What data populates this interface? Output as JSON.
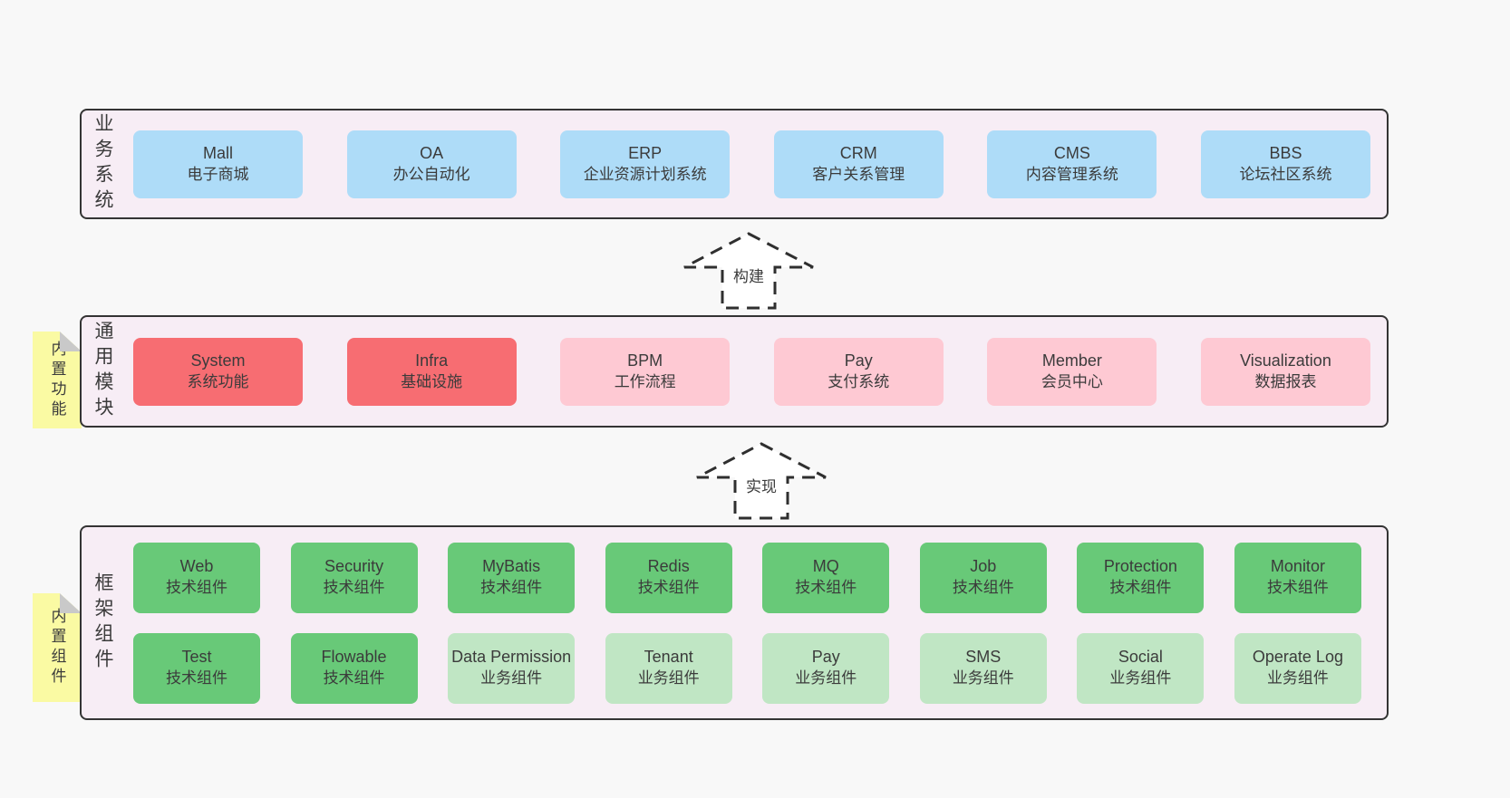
{
  "colors": {
    "page-bg": "#f8f8f8",
    "layer-bg": "#f7edf5",
    "layer-border": "#343434",
    "box-blue": "#aedcf8",
    "box-red": "#f76d72",
    "box-pink": "#fec9d3",
    "box-green": "#68c978",
    "box-green-light": "#c0e6c4",
    "note-yellow": "#fafaa3",
    "note-fold": "#c9c9c9",
    "text": "#3b3b3b"
  },
  "arrows": [
    {
      "label": "构建"
    },
    {
      "label": "实现"
    }
  ],
  "layers": [
    {
      "label": "业务系统",
      "boxes": [
        {
          "title": "Mall",
          "subtitle": "电子商城"
        },
        {
          "title": "OA",
          "subtitle": "办公自动化"
        },
        {
          "title": "ERP",
          "subtitle": "企业资源计划系统"
        },
        {
          "title": "CRM",
          "subtitle": "客户关系管理"
        },
        {
          "title": "CMS",
          "subtitle": "内容管理系统"
        },
        {
          "title": "BBS",
          "subtitle": "论坛社区系统"
        }
      ]
    },
    {
      "label": "通用模块",
      "note": "内置功能",
      "boxes": [
        {
          "title": "System",
          "subtitle": "系统功能"
        },
        {
          "title": "Infra",
          "subtitle": "基础设施"
        },
        {
          "title": "BPM",
          "subtitle": "工作流程"
        },
        {
          "title": "Pay",
          "subtitle": "支付系统"
        },
        {
          "title": "Member",
          "subtitle": "会员中心"
        },
        {
          "title": "Visualization",
          "subtitle": "数据报表"
        }
      ]
    },
    {
      "label": "框架组件",
      "note": "内置组件",
      "rows": [
        [
          {
            "title": "Web",
            "subtitle": "技术组件"
          },
          {
            "title": "Security",
            "subtitle": "技术组件"
          },
          {
            "title": "MyBatis",
            "subtitle": "技术组件"
          },
          {
            "title": "Redis",
            "subtitle": "技术组件"
          },
          {
            "title": "MQ",
            "subtitle": "技术组件"
          },
          {
            "title": "Job",
            "subtitle": "技术组件"
          },
          {
            "title": "Protection",
            "subtitle": "技术组件"
          },
          {
            "title": "Monitor",
            "subtitle": "技术组件"
          }
        ],
        [
          {
            "title": "Test",
            "subtitle": "技术组件"
          },
          {
            "title": "Flowable",
            "subtitle": "技术组件"
          },
          {
            "title": "Data Permission",
            "subtitle": "业务组件"
          },
          {
            "title": "Tenant",
            "subtitle": "业务组件"
          },
          {
            "title": "Pay",
            "subtitle": "业务组件"
          },
          {
            "title": "SMS",
            "subtitle": "业务组件"
          },
          {
            "title": "Social",
            "subtitle": "业务组件"
          },
          {
            "title": "Operate Log",
            "subtitle": "业务组件"
          }
        ]
      ]
    }
  ]
}
